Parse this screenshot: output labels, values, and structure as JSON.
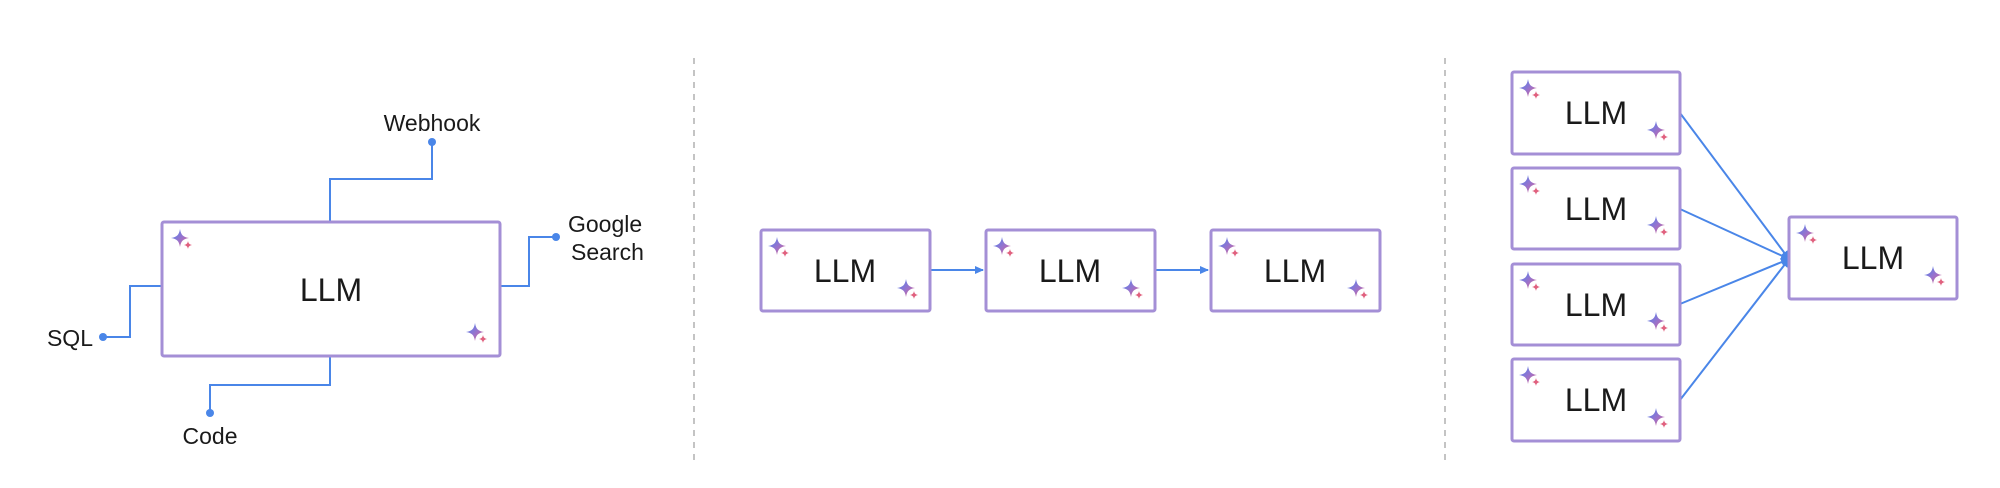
{
  "panels": {
    "tools": {
      "main_label": "LLM",
      "webhook_label": "Webhook",
      "google_search_label_line1": "Google",
      "google_search_label_line2": "Search",
      "sql_label": "SQL",
      "code_label": "Code"
    },
    "chain": {
      "nodes": [
        "LLM",
        "LLM",
        "LLM"
      ]
    },
    "parallel": {
      "inputs": [
        "LLM",
        "LLM",
        "LLM",
        "LLM"
      ],
      "output": "LLM"
    }
  },
  "colors": {
    "box_border": "#a48fd6",
    "connector": "#4a86e8",
    "divider": "#c4c4c4",
    "sparkle_blue": "#4285f4",
    "sparkle_pink": "#e0607e"
  },
  "icons": {
    "box_corner": "gemini-sparkle-icon"
  }
}
